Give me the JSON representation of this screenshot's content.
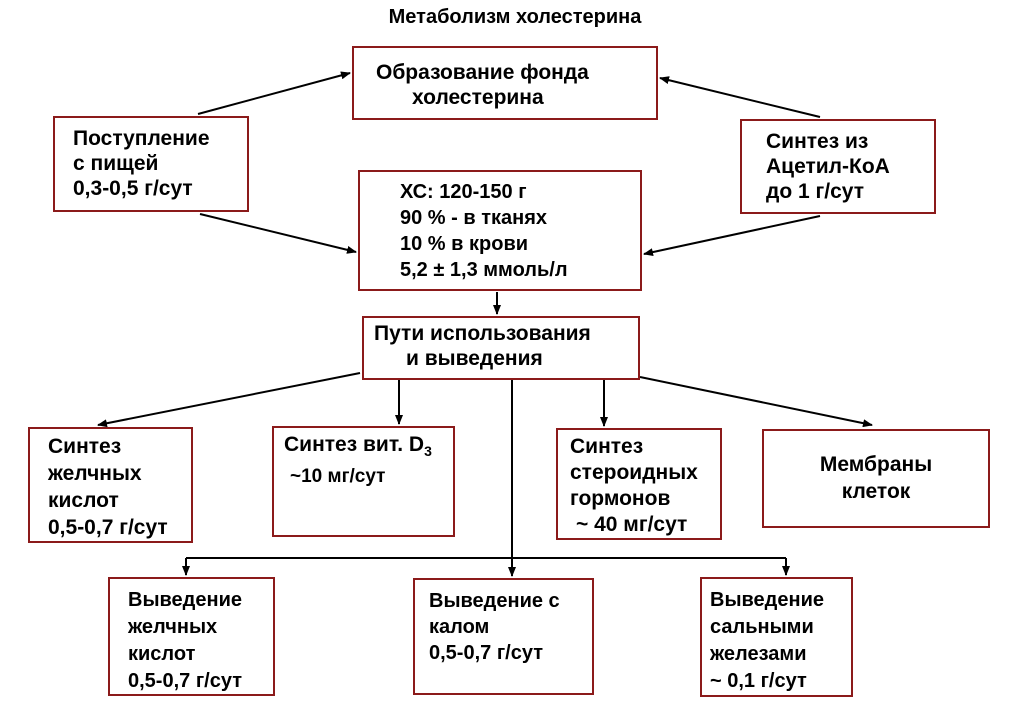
{
  "title": "Метаболизм холестерина",
  "colors": {
    "box_border": "#8b1a1a",
    "arrow": "#000000"
  },
  "nodes": {
    "pool": {
      "lines": [
        "Образование фонда",
        "холестерина"
      ]
    },
    "food": {
      "lines": [
        "Поступление",
        "с пищей",
        "0,3-0,5 г/сут"
      ]
    },
    "synthesis": {
      "lines": [
        "Синтез из",
        "Ацетил-КоА",
        "до 1 г/сут"
      ]
    },
    "cholesterol": {
      "lines": [
        "ХС: 120-150 г",
        "90 % - в тканях",
        "10 % в крови",
        "5,2 ± 1,3 ммоль/л"
      ]
    },
    "utilization": {
      "lines": [
        "Пути использования",
        "и выведения"
      ]
    },
    "bile_acids": {
      "lines": [
        "Синтез",
        "желчных",
        "кислот",
        "0,5-0,7 г/сут"
      ]
    },
    "vitamin_d": {
      "prefix": "Синтез вит. D",
      "subscript": "3",
      "lines": [
        "~10 мг/сут"
      ]
    },
    "steroids": {
      "lines": [
        "Синтез",
        "стероидных",
        "гормонов",
        "~ 40 мг/сут"
      ]
    },
    "membranes": {
      "lines": [
        "Мембраны",
        "клеток"
      ]
    },
    "excr_bile": {
      "lines": [
        "Выведение",
        "желчных",
        "кислот",
        "0,5-0,7 г/сут"
      ]
    },
    "excr_feces": {
      "lines": [
        "Выведение с",
        "калом",
        "0,5-0,7 г/сут"
      ]
    },
    "excr_sebum": {
      "lines": [
        "Выведение",
        "сальными",
        "железами",
        "~ 0,1 г/сут"
      ]
    }
  }
}
